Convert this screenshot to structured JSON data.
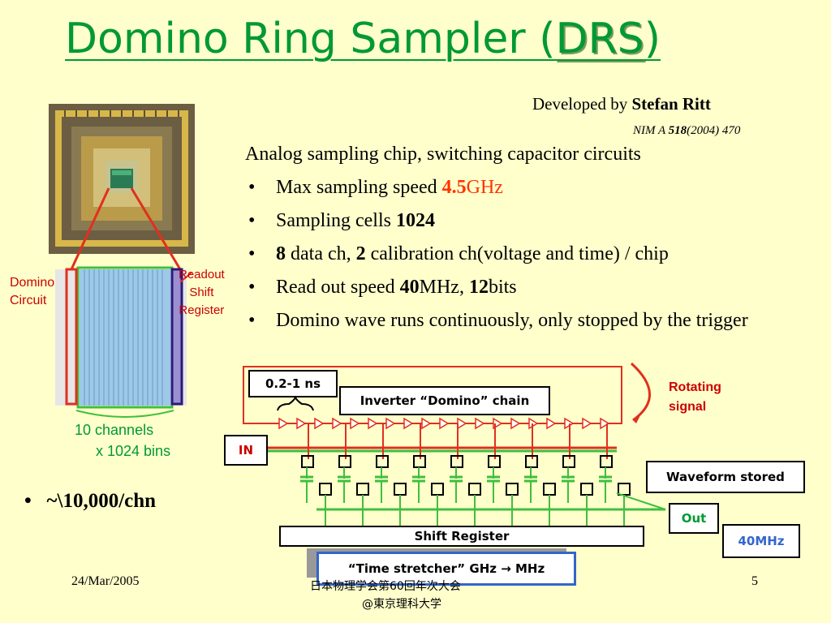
{
  "title": {
    "prefix": "Domino Ring Sampler (",
    "acronym": "DRS",
    "suffix": ")"
  },
  "credit": {
    "developed_by": "Developed by ",
    "author": "Stefan Ritt"
  },
  "reference": {
    "journal": "NIM A ",
    "volume": "518",
    "rest": "(2004) 470"
  },
  "intro": "Analog sampling chip, switching capacitor circuits",
  "bullets": {
    "speed": {
      "text": "Max sampling speed  ",
      "value": "4.5",
      "unit": "GHz"
    },
    "cells": {
      "text": "Sampling cells   ",
      "value": "1024"
    },
    "channels": {
      "n1": "8",
      "t1": " data ch,  ",
      "n2": "2",
      "t2": " calibration ch(voltage and time)  ",
      "t3": "/ chip"
    },
    "readout": {
      "text": "Read out speed  ",
      "v1": "40",
      "u1": "MHz, ",
      "v2": "12",
      "u2": "bits"
    },
    "domino": "Domino wave runs continuously, only stopped by the trigger"
  },
  "chip_labels": {
    "domino_circuit": "Domino\nCircuit",
    "readout_register": "Readout\nShift\nRegister",
    "channels": "10 channels",
    "bins": "x 1024 bins"
  },
  "cost": "~\\10,000/chn",
  "diagram": {
    "delay": "0.2-1 ns",
    "inverter_chain": "Inverter “Domino” chain",
    "rotating_signal": "Rotating\nsignal",
    "in_label": "IN",
    "waveform_stored": "Waveform stored",
    "out_label": "Out",
    "freq_label": "40MHz",
    "shift_register": "Shift Register",
    "time_stretcher": "“Time stretcher” GHz → MHz"
  },
  "footer": {
    "date": "24/Mar/2005",
    "meeting": "日本物理学会第60回年次大会",
    "venue": "@東京理科大学",
    "page": "5"
  },
  "colors": {
    "title_green": "#009933",
    "accent_red": "#cc0000",
    "bg": "#ffffcc",
    "blue": "#3366cc"
  }
}
